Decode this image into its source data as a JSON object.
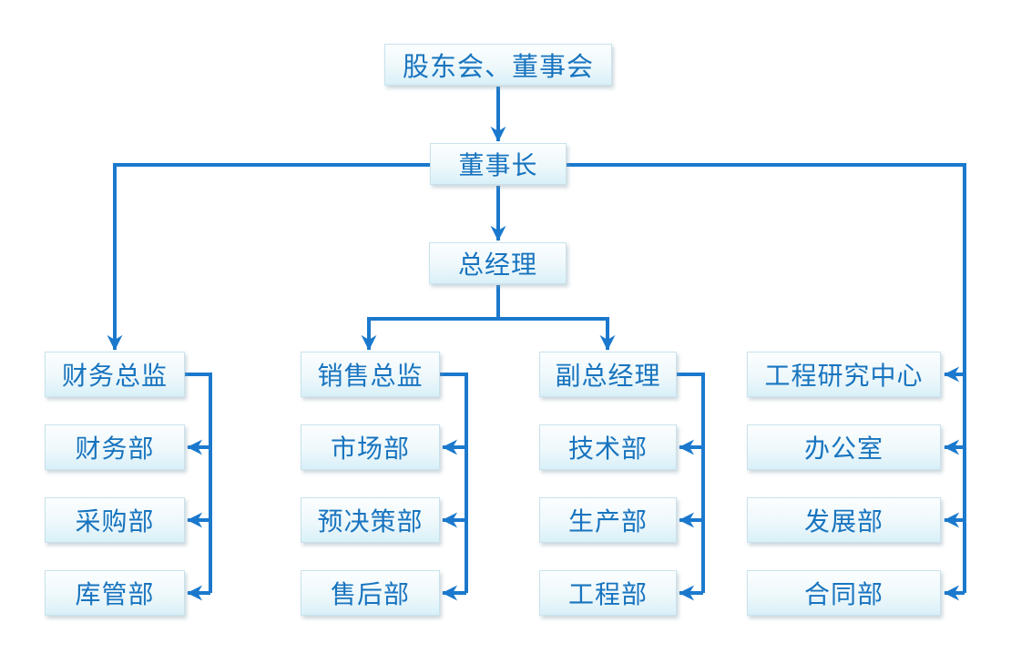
{
  "colors": {
    "line_blue": "#1b79cd",
    "box_text_blue": "#1874bf",
    "box_border": "#c9e2ec",
    "box_gradient_top": "#fcfeff",
    "box_gradient_bottom": "#d9f0f8",
    "background": "#ffffff"
  },
  "org": {
    "root": {
      "label": "股东会、董事会"
    },
    "chairman": {
      "label": "董事长"
    },
    "general_manager": {
      "label": "总经理"
    },
    "branches": [
      {
        "head": "财务总监",
        "departments": [
          "财务部",
          "采购部",
          "库管部"
        ]
      },
      {
        "head": "销售总监",
        "departments": [
          "市场部",
          "预决策部",
          "售后部"
        ]
      },
      {
        "head": "副总经理",
        "departments": [
          "技术部",
          "生产部",
          "工程部"
        ]
      },
      {
        "head": "工程研究中心",
        "departments": [
          "办公室",
          "发展部",
          "合同部"
        ]
      }
    ],
    "edges": [
      {
        "from": "股东会、董事会",
        "to": "董事长"
      },
      {
        "from": "董事长",
        "to": "总经理"
      },
      {
        "from": "董事长",
        "to": "财务总监"
      },
      {
        "from": "总经理",
        "to": "销售总监"
      },
      {
        "from": "总经理",
        "to": "副总经理"
      },
      {
        "from": "财务总监",
        "to": "财务部"
      },
      {
        "from": "财务总监",
        "to": "采购部"
      },
      {
        "from": "财务总监",
        "to": "库管部"
      },
      {
        "from": "销售总监",
        "to": "市场部"
      },
      {
        "from": "销售总监",
        "to": "预决策部"
      },
      {
        "from": "销售总监",
        "to": "售后部"
      },
      {
        "from": "副总经理",
        "to": "技术部"
      },
      {
        "from": "副总经理",
        "to": "生产部"
      },
      {
        "from": "副总经理",
        "to": "工程部"
      },
      {
        "from": "董事长",
        "to": "工程研究中心"
      },
      {
        "from": "董事长",
        "to": "办公室"
      },
      {
        "from": "董事长",
        "to": "发展部"
      },
      {
        "from": "董事长",
        "to": "合同部"
      }
    ]
  }
}
